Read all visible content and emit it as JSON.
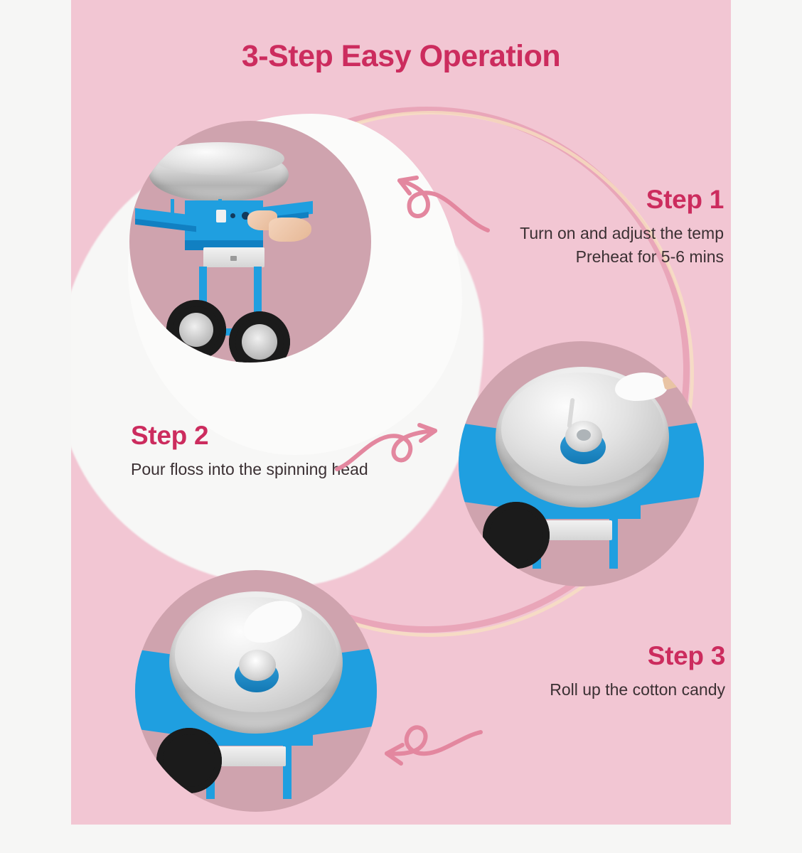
{
  "poster": {
    "title": "3-Step Easy Operation",
    "background_color": "#f2c6d3",
    "accent_color": "#cc2c5e",
    "body_text_color": "#3b3033",
    "machine_color": "#1f9fe0",
    "photo_circle_color": "#cfa3ae"
  },
  "steps": [
    {
      "id": "step-1",
      "title": "Step 1",
      "lines": [
        "Turn on and adjust the temp",
        "Preheat for 5-6 mins"
      ],
      "photo_alt": "blue cotton candy machine cart with hand adjusting the temperature knob",
      "arrow": "curly-arrow-left-icon"
    },
    {
      "id": "step-2",
      "title": "Step 2",
      "lines": [
        "Pour floss into the spinning head"
      ],
      "photo_alt": "close-up of stainless spinning head bowl with floss being poured in",
      "arrow": "curly-arrow-right-icon"
    },
    {
      "id": "step-3",
      "title": "Step 3",
      "lines": [
        "Roll up the cotton candy"
      ],
      "photo_alt": "stainless bowl with white cotton candy forming on the spinning head",
      "arrow": "curly-arrow-left-icon"
    }
  ]
}
